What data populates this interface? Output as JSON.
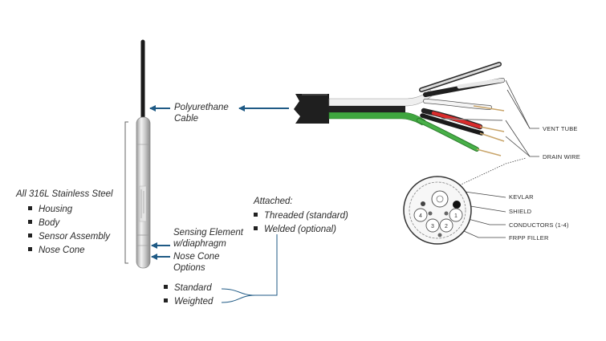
{
  "labels": {
    "cable": [
      "Polyurethane",
      "Cable"
    ],
    "steel_title": "All 316L Stainless Steel",
    "steel_items": [
      "Housing",
      "Body",
      "Sensor Assembly",
      "Nose Cone"
    ],
    "sensing": [
      "Sensing Element",
      "w/diaphragm"
    ],
    "nose": [
      "Nose Cone",
      "Options"
    ],
    "attached_title": "Attached:",
    "attached_items": [
      "Threaded (standard)",
      "Welded (optional)"
    ],
    "nose_items": [
      "Standard",
      "Weighted"
    ]
  },
  "callouts": {
    "vent_tube": "VENT TUBE",
    "drain_wire": "DRAIN WIRE",
    "kevlar": "KEVLAR",
    "shield": "SHIELD",
    "conductors": "CONDUCTORS (1-4)",
    "frpp": "FRPP FILLER"
  },
  "conductor_numbers": [
    "1",
    "2",
    "3",
    "4"
  ],
  "colors": {
    "arrow": "#1f5a85",
    "jacket": "#1a1a1a",
    "wire_white": "#e8e8e8",
    "wire_green": "#3fa63f",
    "wire_red": "#d92b2b",
    "steel": "#d9d9d9"
  }
}
